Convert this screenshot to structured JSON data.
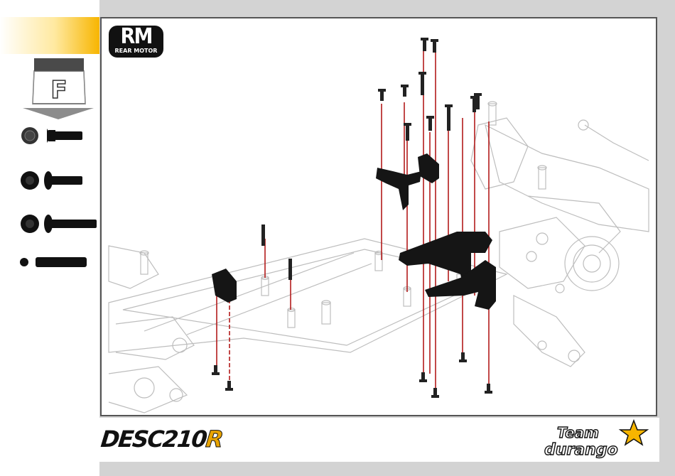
{
  "header": {
    "bag_letter": "F",
    "badge_big": "RM",
    "badge_small": "REAR MOTOR"
  },
  "parts": [
    {
      "icon": "flat-head-screw-icon"
    },
    {
      "icon": "button-head-screw-icon"
    },
    {
      "icon": "long-button-head-screw-icon"
    },
    {
      "icon": "pin-icon"
    }
  ],
  "footer": {
    "product_logo_main": "DESC210",
    "product_logo_accent": "R",
    "brand_logo_line1": "Team",
    "brand_logo_line2": "durango"
  },
  "colors": {
    "accent": "#f7b500",
    "guide_line": "#b31b1b",
    "frame_border": "#555555",
    "background": "#d3d3d3"
  }
}
